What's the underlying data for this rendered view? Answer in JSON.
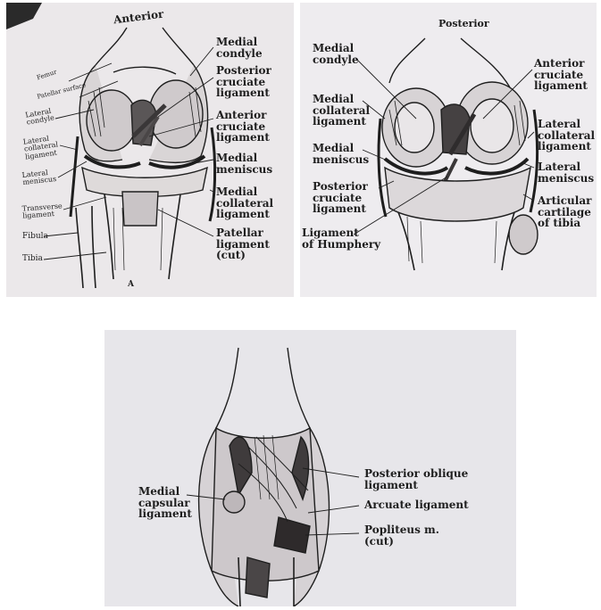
{
  "anterior": {
    "heading": "Anterior",
    "figure_letter": "A",
    "labels": {
      "femur": "Femur",
      "patellar_surface": "Patellar surface",
      "lateral_condyle": [
        "Lateral",
        "condyle"
      ],
      "lateral_collateral": [
        "Lateral",
        "collateral",
        "ligament"
      ],
      "lateral_meniscus": [
        "Lateral",
        "meniscus"
      ],
      "transverse": [
        "Transverse",
        "ligament"
      ],
      "fibula": "Fibula",
      "tibia": "Tibia",
      "medial_condyle": [
        "Medial",
        "condyle"
      ],
      "posterior_cruciate": [
        "Posterior",
        "cruciate",
        "ligament"
      ],
      "anterior_cruciate": [
        "Anterior",
        "cruciate",
        "ligament"
      ],
      "medial_meniscus": [
        "Medial",
        "meniscus"
      ],
      "medial_collateral": [
        "Medial",
        "collateral",
        "ligament"
      ],
      "patellar_ligament": [
        "Patellar",
        "ligament",
        "(cut)"
      ]
    }
  },
  "posterior": {
    "heading": "Posterior",
    "labels": {
      "medial_condyle": [
        "Medial",
        "condyle"
      ],
      "medial_collateral": [
        "Medial",
        "collateral",
        "ligament"
      ],
      "medial_meniscus": [
        "Medial",
        "meniscus"
      ],
      "posterior_cruciate": [
        "Posterior",
        "cruciate",
        "ligament"
      ],
      "humphery": [
        "Ligament",
        "of Humphery"
      ],
      "anterior_cruciate": [
        "Anterior",
        "cruciate",
        "ligament"
      ],
      "lateral_collateral": [
        "Lateral",
        "collateral",
        "ligament"
      ],
      "lateral_meniscus": [
        "Lateral",
        "meniscus"
      ],
      "articular_cartilage": [
        "Articular",
        "cartilage",
        "of tibia"
      ]
    }
  },
  "capsule": {
    "labels": {
      "medial_capsular": [
        "Medial",
        "capsular",
        "ligament"
      ],
      "posterior_oblique": [
        "Posterior oblique",
        "ligament"
      ],
      "arcuate": "Arcuate ligament",
      "popliteus": [
        "Popliteus m.",
        "(cut)"
      ]
    }
  },
  "colors": {
    "paper_left": "#ebe8ea",
    "paper_right": "#eeecef",
    "paper_bottom": "#e7e6ea",
    "ink": "#1e1e1e"
  }
}
